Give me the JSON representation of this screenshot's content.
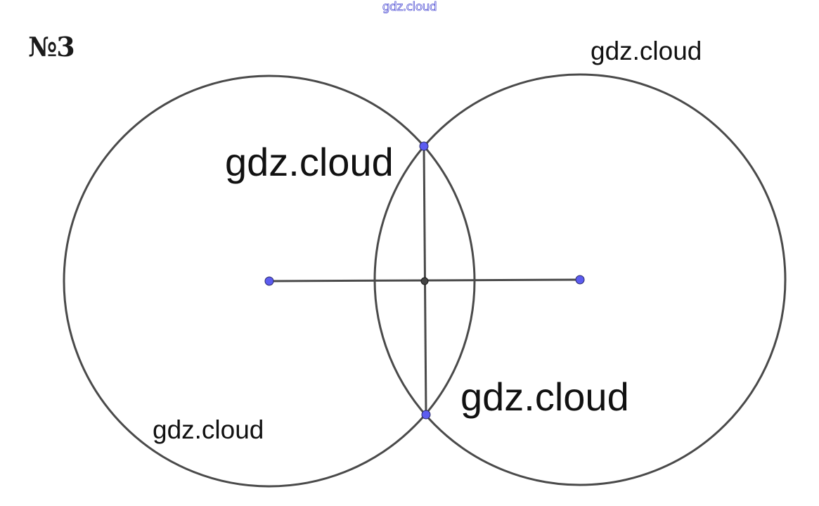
{
  "header": {
    "source_watermark": "gdz.cloud",
    "problem_number": "№3"
  },
  "watermarks": [
    "gdz.cloud",
    "gdz.cloud",
    "gdz.cloud",
    "gdz.cloud"
  ],
  "figure": {
    "description_type": "two intersecting circles with segment joining centers and common chord",
    "stroke_color": "#4a4a4a",
    "point_fill": "#5c5cf0",
    "midpoint_fill": "#444444"
  }
}
